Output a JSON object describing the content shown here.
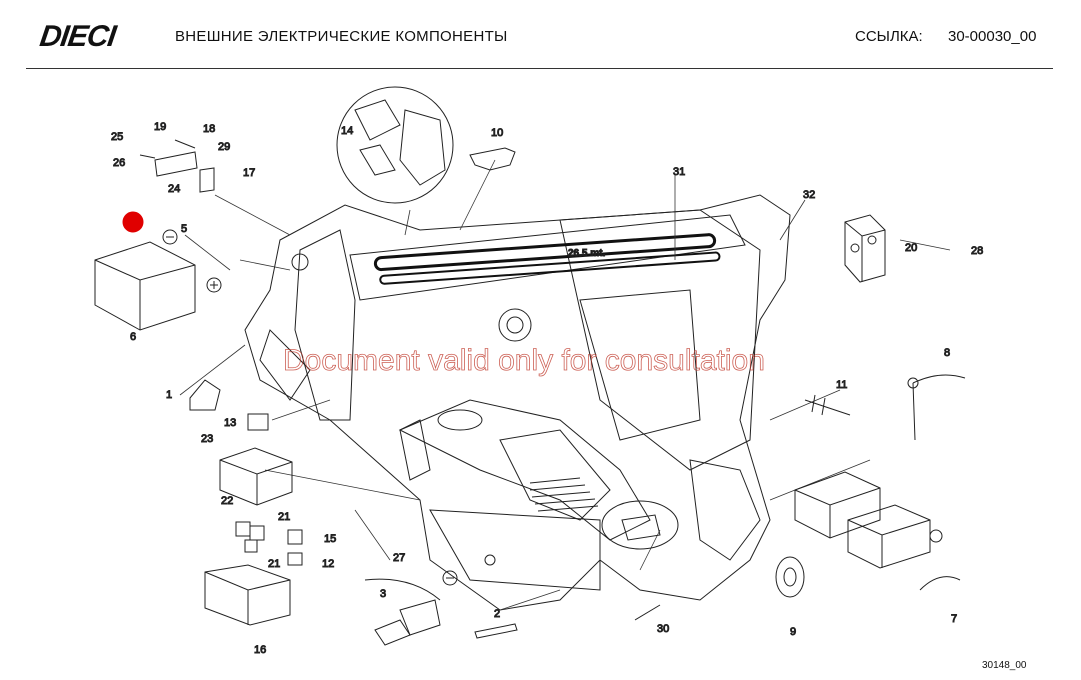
{
  "header": {
    "logo_text": "DIECI",
    "title": "ВНЕШНИЕ ЭЛЕКТРИЧЕСКИЕ КОМПОНЕНТЫ",
    "ref_label": "ССЫЛКА:",
    "ref_value": "30-00030_00"
  },
  "diagram": {
    "boom_label": "26.5 mt.",
    "watermark": "Document valid only for consultation",
    "marker_color": "#e00000",
    "callouts": [
      "1",
      "2",
      "3",
      "5",
      "6",
      "7",
      "8",
      "9",
      "10",
      "11",
      "12",
      "13",
      "14",
      "15",
      "16",
      "17",
      "18",
      "19",
      "20",
      "21",
      "21",
      "22",
      "23",
      "24",
      "25",
      "26",
      "27",
      "28",
      "29",
      "30",
      "31",
      "32"
    ]
  },
  "footer": {
    "drawing_code": "30148_00"
  }
}
